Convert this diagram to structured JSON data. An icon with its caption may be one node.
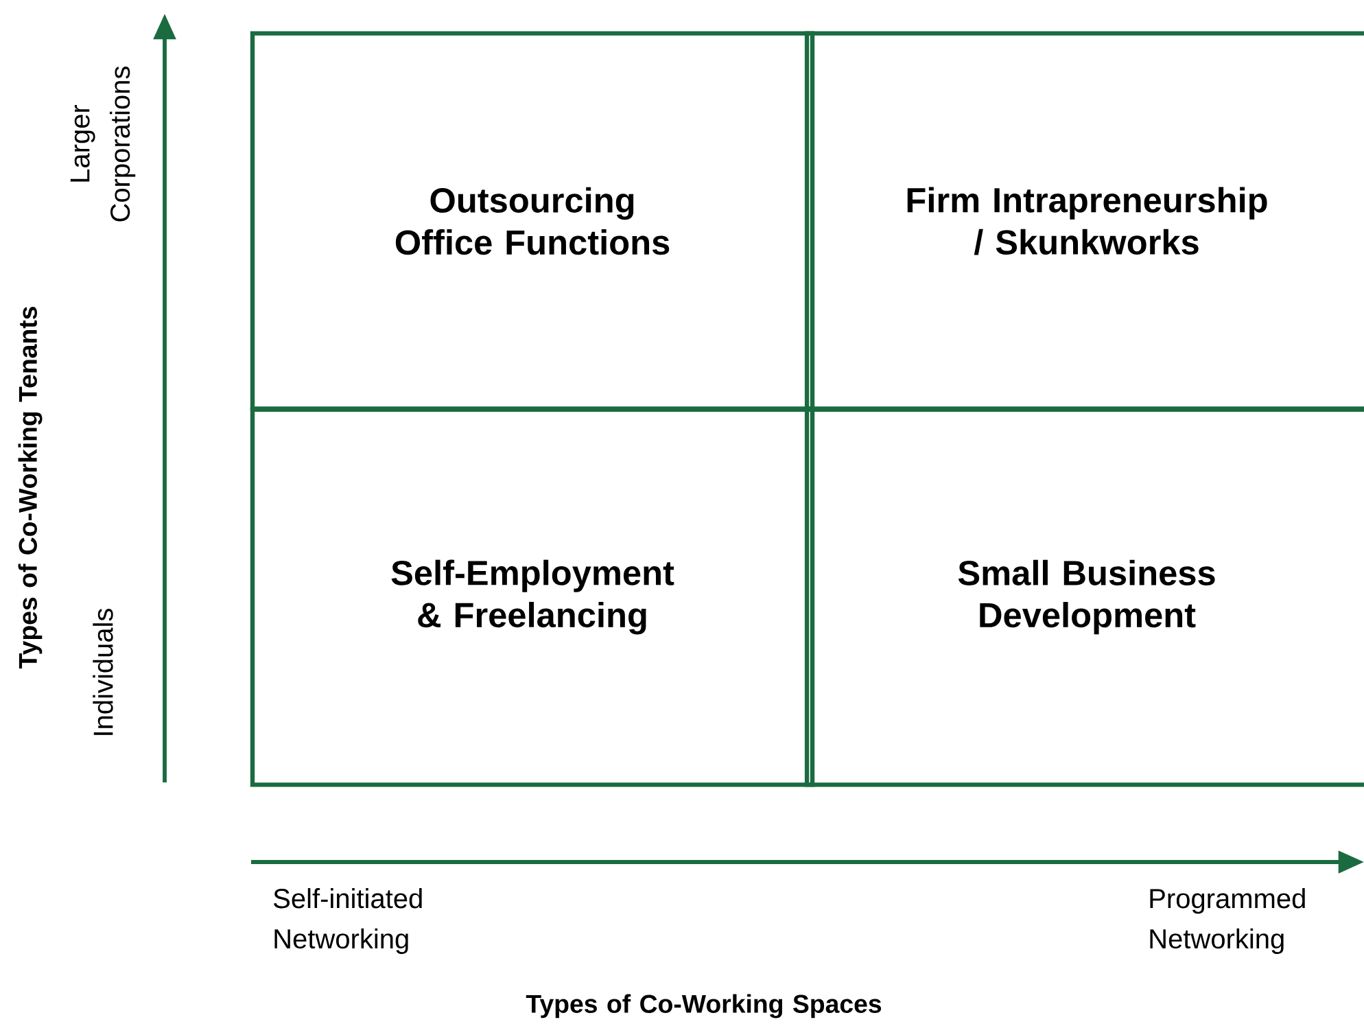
{
  "diagram": {
    "nodes": [
      {
        "text": [
          "Outsourcing Office Functions"
        ]
      },
      {
        "text": [
          "Firm Intrapreneurship / Skunkworks"
        ]
      },
      {
        "text": [
          "Self-Employment & Freelancing"
        ]
      },
      {
        "text": [
          "Small Business Development"
        ]
      }
    ],
    "labels": [
      "Larger Corporations",
      "Types of Co-Working Tenants",
      "Individuals",
      "Self-initiated Networking",
      "Programmed Networking",
      "Types of Co-Working Spaces"
    ]
  }
}
